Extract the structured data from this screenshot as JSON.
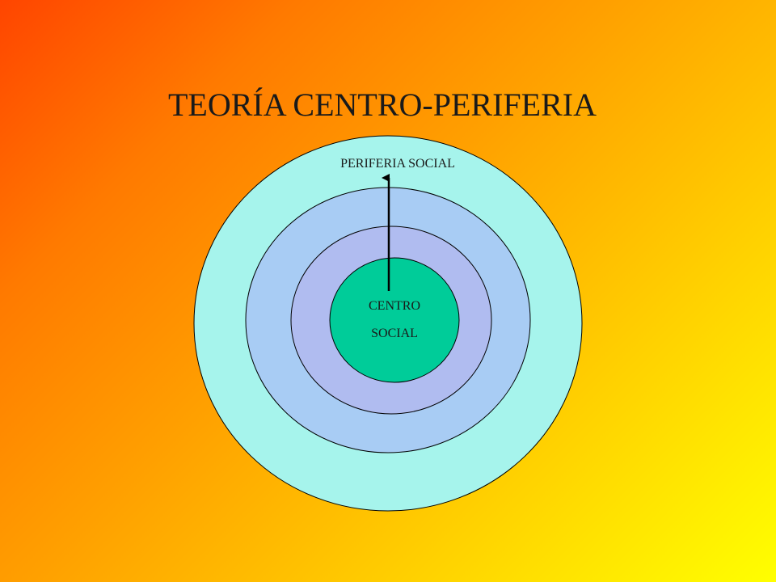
{
  "slide": {
    "title": "TEORÍA CENTRO-PERIFERIA"
  },
  "diagram": {
    "outer_label": "PERIFERIA SOCIAL",
    "center_label_line1": "CENTRO",
    "center_label_line2": "SOCIAL"
  },
  "colors": {
    "background_start": "#ff4500",
    "background_end": "#ffff00",
    "ring_outer": "#a6f4ec",
    "ring_second": "#a8ccf4",
    "ring_third": "#b0bcf0",
    "center": "#00cc99",
    "outline": "#000000"
  }
}
